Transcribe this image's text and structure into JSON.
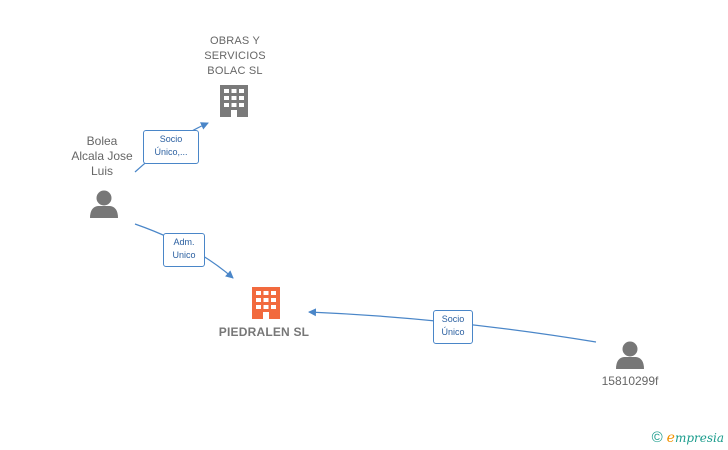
{
  "colors": {
    "edge": "#4a86c8",
    "person_icon": "#777777",
    "company_icon": "#7a7a7a",
    "main_company_icon": "#f26a3e"
  },
  "nodes": {
    "obras": {
      "label_lines": [
        "OBRAS Y",
        "SERVICIOS",
        "BOLAC SL"
      ]
    },
    "bolea": {
      "label_lines": [
        "Bolea",
        "Alcala Jose",
        "Luis"
      ]
    },
    "piedralen": {
      "label": "PIEDRALEN SL"
    },
    "person2": {
      "label": "15810299f"
    }
  },
  "edges": {
    "e1": {
      "label_lines": [
        "Socio",
        "Único,..."
      ]
    },
    "e2": {
      "label_lines": [
        "Adm.",
        "Unico"
      ]
    },
    "e3": {
      "label_lines": [
        "Socio",
        "Único"
      ]
    }
  },
  "footer": {
    "copyright": "©",
    "brand_initial": "e",
    "brand_rest": "mpresia"
  }
}
